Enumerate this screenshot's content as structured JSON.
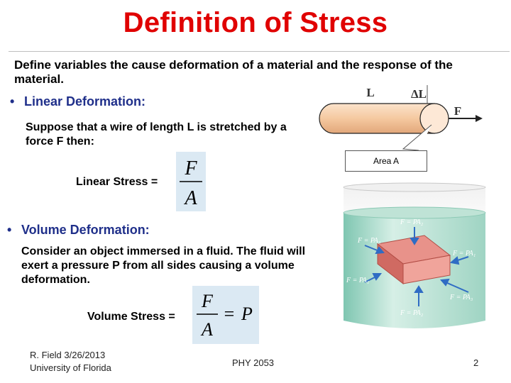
{
  "title": "Definition of Stress",
  "intro": "Define variables the cause deformation of a material and the response of the material.",
  "linear": {
    "heading": "Linear Deformation:",
    "text": "Suppose that a wire of length L is stretched by a force F then:",
    "stress_label": "Linear Stress ="
  },
  "volume": {
    "heading": "Volume Deformation:",
    "text": "Consider an object immersed in a fluid.  The fluid will exert a pressure P from all sides causing a volume deformation.",
    "stress_label": "Volume Stress ="
  },
  "wire_figure": {
    "length_label": "L",
    "delta_label": "ΔL",
    "force_label": "F",
    "area_label": "Area A"
  },
  "tank_figure": {
    "labels": {
      "top": "F = PA₂",
      "left_upper": "F = PA₃",
      "left_lower": "F = PA₁",
      "right_upper": "F = PA₁",
      "right_lower": "F = PA₃",
      "bottom": "F = PA₂"
    }
  },
  "footer": {
    "author": "R. Field 3/26/2013",
    "institution": "University of Florida",
    "course": "PHY 2053",
    "page": "2"
  },
  "colors": {
    "title": "#e00000",
    "bullet": "#1f2f8a",
    "equation_bg": "#dbe9f3",
    "wire": "#f5c9a0"
  }
}
